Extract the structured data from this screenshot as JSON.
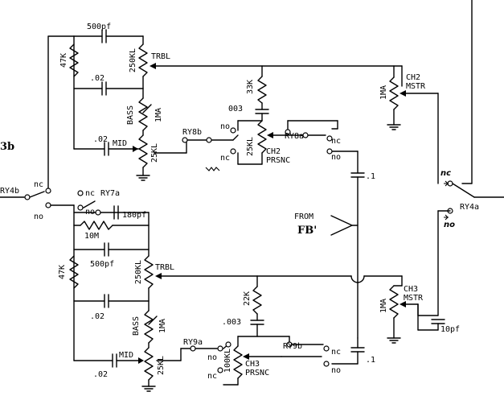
{
  "diagram": {
    "section_label": "3b",
    "ch2": {
      "cap_500": "500pf",
      "r_47k": "47K",
      "pot_treble_value": "250KL",
      "pot_treble_name": "TRBL",
      "cap_02_a": ".02",
      "pot_bass_name": "BASS",
      "pot_bass_value": "1MA",
      "cap_02_b": ".02",
      "mid_name": "MID",
      "pot_mid_value": "25KL",
      "r_33k": "33K",
      "cap_003": "003",
      "relay_8b": "RY8b",
      "relay_8b_no": "no",
      "relay_8b_nc": "nc",
      "relay_8a": "RY8a",
      "relay_8a_nc": "nc",
      "relay_8a_no": "no",
      "pot_presence_value": "25KL",
      "presence_name_1": "CH2",
      "presence_name_2": "PRSNC",
      "master_value": "1MA",
      "master_name_1": "CH2",
      "master_name_2": "MSTR",
      "cap_1": ".1"
    },
    "relay_4b": "RY4b",
    "relay_4b_nc": "nc",
    "relay_4b_no": "no",
    "relay_7a": "RY7a",
    "relay_7a_nc": "nc",
    "relay_7a_no": "no",
    "cap_180": "180pf",
    "r_10m": "10M",
    "from_label_1": "FROM",
    "from_label_2": "FB'",
    "relay_4a": "RY4a",
    "relay_4a_nc": "nc",
    "relay_4a_no": "no",
    "ch3": {
      "cap_500": "500pf",
      "r_47k": "47K",
      "pot_treble_value": "250KL",
      "pot_treble_name": "TRBL",
      "cap_02_a": ".02",
      "pot_bass_name": "BASS",
      "pot_bass_value": "1MA",
      "cap_02_b": ".02",
      "mid_name": "MID",
      "pot_mid_value": "25KL",
      "r_22k": "22K",
      "cap_003": ".003",
      "relay_9a": "RY9a",
      "relay_9a_no": "no",
      "relay_9a_nc": "nc",
      "relay_9b": "RY9b",
      "relay_9b_nc": "nc",
      "relay_9b_no": "no",
      "pot_presence_value": "100KL",
      "presence_name_1": "CH3",
      "presence_name_2": "PRSNC",
      "master_value": "1MA",
      "master_name_1": "CH3",
      "master_name_2": "MSTR",
      "cap_1": ".1",
      "cap_10": "10pf"
    }
  }
}
